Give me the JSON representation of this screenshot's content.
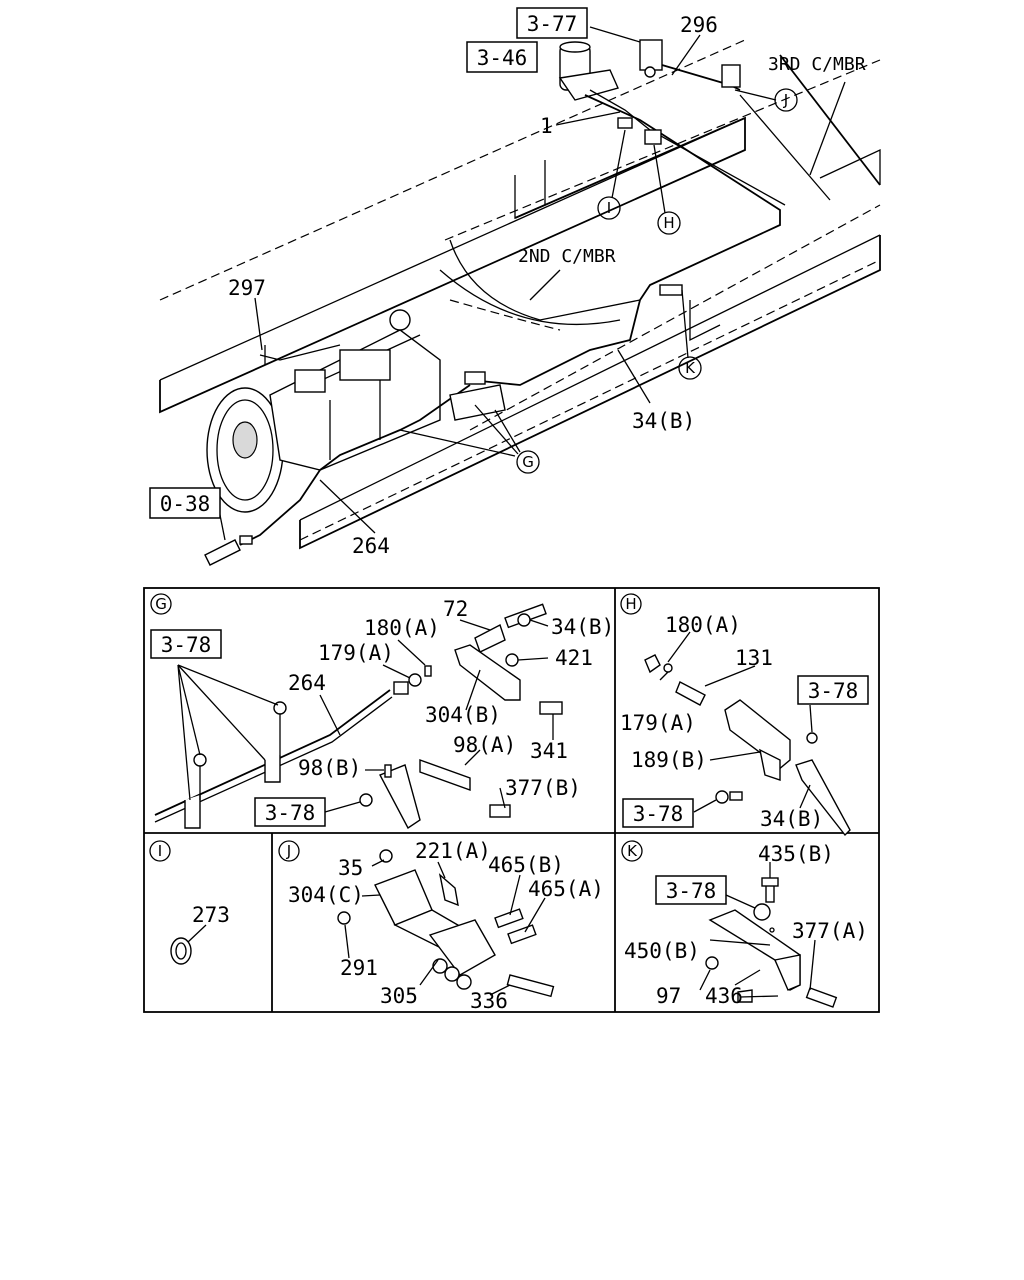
{
  "main_view": {
    "ref_boxes": [
      "3-77",
      "3-46",
      "0-38"
    ],
    "labels": [
      "296",
      "3RD C/MBR",
      "1",
      "2ND C/MBR",
      "297",
      "34(B)",
      "264"
    ],
    "markers": [
      "J",
      "I",
      "H",
      "K",
      "G"
    ]
  },
  "panels": {
    "G": {
      "letter": "G",
      "ref_boxes": [
        "3-78",
        "3-78"
      ],
      "labels": [
        "72",
        "180(A)",
        "34(B)",
        "179(A)",
        "421",
        "264",
        "304(B)",
        "341",
        "98(A)",
        "98(B)",
        "377(B)"
      ]
    },
    "H": {
      "letter": "H",
      "ref_boxes": [
        "3-78",
        "3-78"
      ],
      "labels": [
        "180(A)",
        "131",
        "179(A)",
        "189(B)",
        "34(B)"
      ]
    },
    "I": {
      "letter": "I",
      "labels": [
        "273"
      ]
    },
    "J": {
      "letter": "J",
      "labels": [
        "221(A)",
        "35",
        "465(B)",
        "465(A)",
        "304(C)",
        "291",
        "305",
        "336"
      ]
    },
    "K": {
      "letter": "K",
      "ref_boxes": [
        "3-78"
      ],
      "labels": [
        "435(B)",
        "377(A)",
        "450(B)",
        "97",
        "436"
      ]
    }
  }
}
